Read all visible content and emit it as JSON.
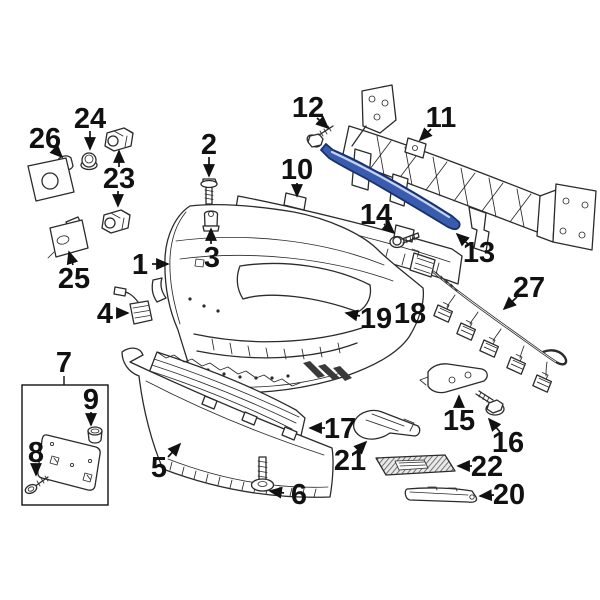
{
  "diagram": {
    "kind": "exploded-parts-diagram",
    "subject": "front-bumper-assembly",
    "background": "#ffffff",
    "line_color": "#2b2b2b",
    "label_color": "#111111",
    "highlight_part": {
      "callout": "13",
      "fill": "#3a5caf",
      "stroke": "#17316f",
      "top_facet": "#c9d4ec"
    }
  },
  "callouts": [
    {
      "label": "1"
    },
    {
      "label": "2"
    },
    {
      "label": "3"
    },
    {
      "label": "4"
    },
    {
      "label": "5"
    },
    {
      "label": "6"
    },
    {
      "label": "7"
    },
    {
      "label": "8"
    },
    {
      "label": "9"
    },
    {
      "label": "10"
    },
    {
      "label": "11"
    },
    {
      "label": "12"
    },
    {
      "label": "13"
    },
    {
      "label": "14"
    },
    {
      "label": "15"
    },
    {
      "label": "16"
    },
    {
      "label": "17"
    },
    {
      "label": "18"
    },
    {
      "label": "19"
    },
    {
      "label": "20"
    },
    {
      "label": "21"
    },
    {
      "label": "22"
    },
    {
      "label": "23"
    },
    {
      "label": "24"
    },
    {
      "label": "25"
    },
    {
      "label": "26"
    },
    {
      "label": "27"
    }
  ]
}
